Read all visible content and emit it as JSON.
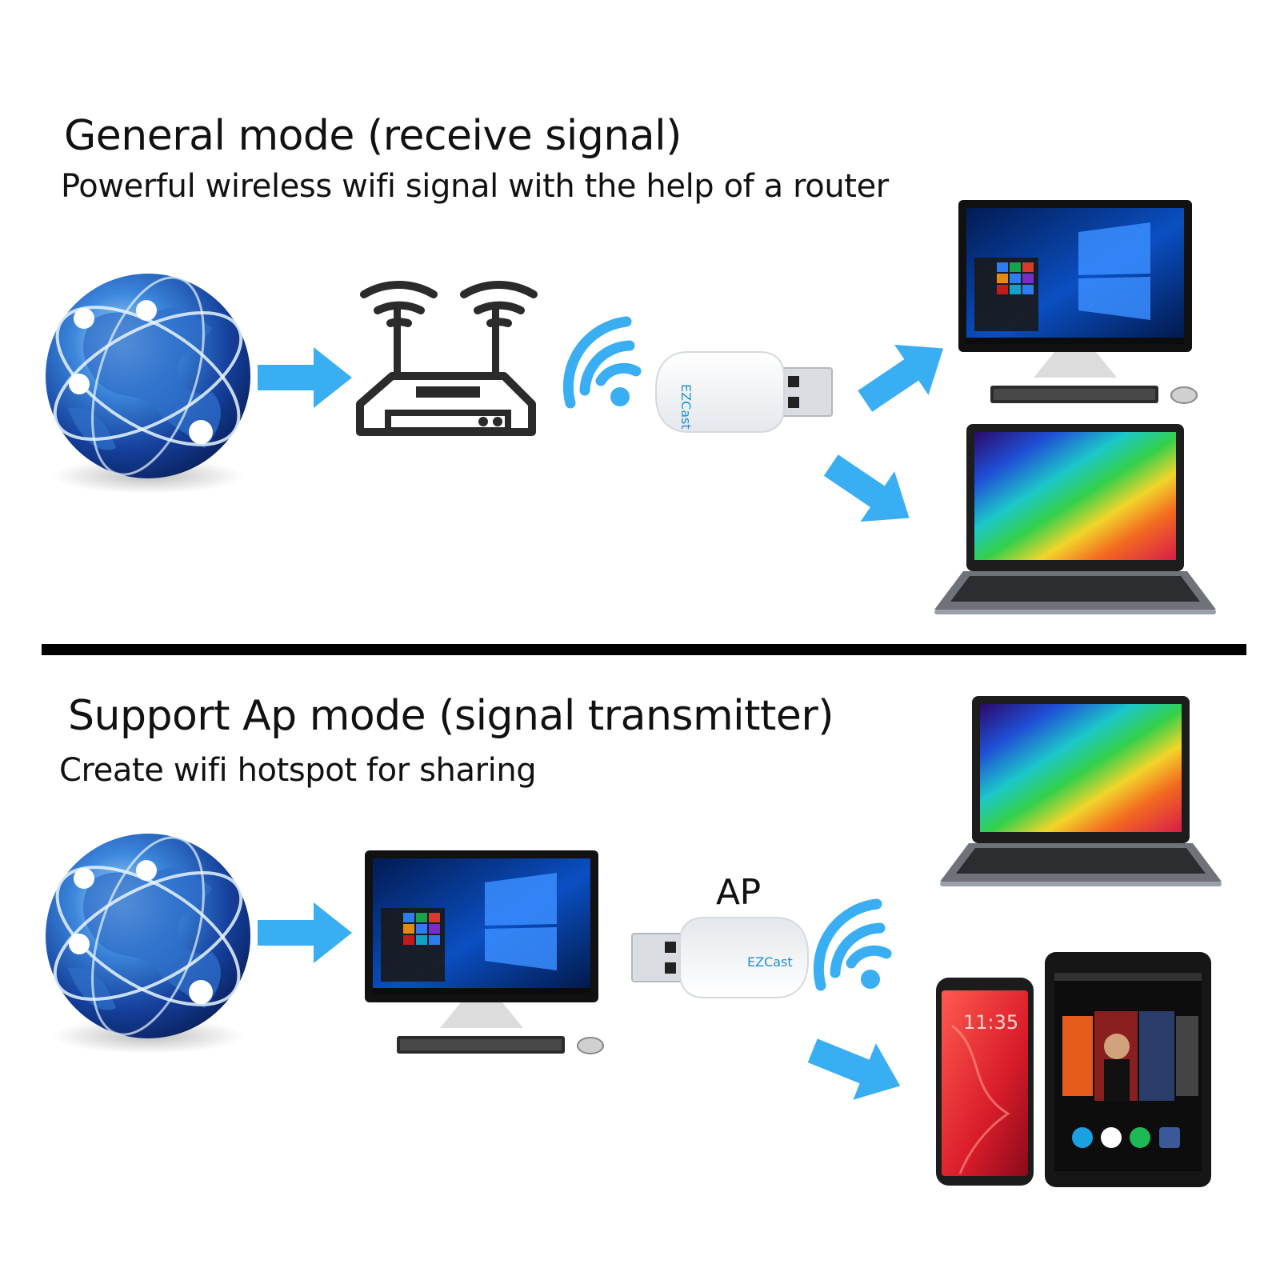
{
  "section1": {
    "title": "General mode (receive signal)",
    "subtitle": "Powerful wireless wifi signal with the help of a router"
  },
  "section2": {
    "title": "Support Ap mode (signal transmitter)",
    "subtitle": "Create wifi hotspot for sharing",
    "ap_label": "AP"
  },
  "dongle": {
    "brand": "EZCast"
  },
  "phone": {
    "time": "11:35"
  },
  "colors": {
    "arrow": "#3aaef2",
    "globe": "#1e5db5",
    "desk_screen": "#0a3f9e",
    "divider": "#000000"
  },
  "icons": [
    "globe-icon",
    "router-icon",
    "wifi-waves-icon",
    "usb-dongle-icon",
    "desktop-monitor-icon",
    "laptop-icon",
    "smartphone-icon",
    "tablet-icon",
    "arrow-right-icon"
  ]
}
